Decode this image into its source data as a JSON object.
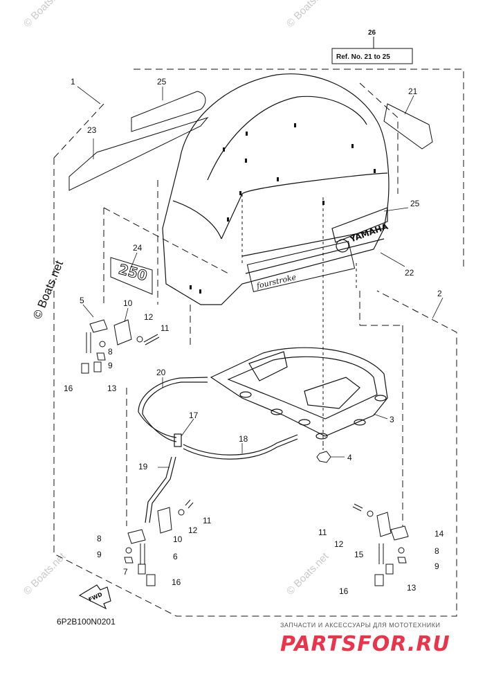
{
  "diagram": {
    "ref_label_number": "26",
    "ref_box_text": "Ref. No. 21 to 25",
    "part_code": "6P2B100N0201",
    "watermark_vertical": "© Boats.net",
    "watermark_faint": "© Boats.net",
    "ad_line": "ЗАПЧАСТИ И АКСЕССУАРЫ ДЛЯ МОТОТЕХНИКИ",
    "ad_brand": "PARTSFOR.RU",
    "decal_brand": "YAMAHA",
    "decal_script": "fourstroke",
    "decal_model": "250",
    "fwd_label": "FWD",
    "callouts": [
      "1",
      "2",
      "3",
      "4",
      "5",
      "6",
      "7",
      "8",
      "8",
      "8",
      "9",
      "9",
      "9",
      "10",
      "10",
      "11",
      "11",
      "11",
      "12",
      "12",
      "12",
      "13",
      "13",
      "14",
      "15",
      "16",
      "16",
      "16",
      "17",
      "18",
      "19",
      "20",
      "21",
      "22",
      "23",
      "24",
      "25",
      "25"
    ]
  },
  "colors": {
    "line": "#111111",
    "watermark": "#c9c9c9",
    "ad_red": "#e8354b"
  }
}
